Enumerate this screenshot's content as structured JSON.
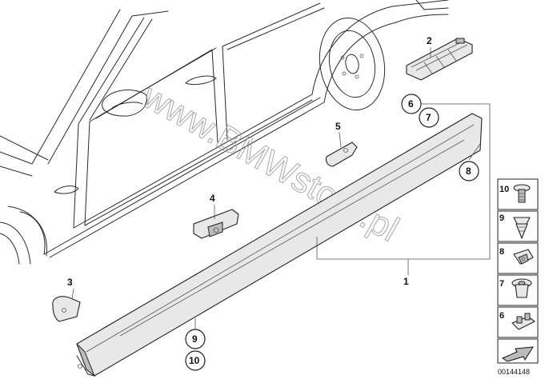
{
  "watermark": "www.BMWstore.pl",
  "diagram_id": "00144148",
  "callouts": [
    {
      "id": "1",
      "label": "1"
    },
    {
      "id": "2",
      "label": "2"
    },
    {
      "id": "3",
      "label": "3"
    },
    {
      "id": "4",
      "label": "4"
    },
    {
      "id": "5",
      "label": "5"
    },
    {
      "id": "6",
      "label": "6"
    },
    {
      "id": "7",
      "label": "7"
    },
    {
      "id": "8",
      "label": "8"
    },
    {
      "id": "9",
      "label": "9"
    },
    {
      "id": "10",
      "label": "10"
    }
  ],
  "legend": [
    {
      "label": "10"
    },
    {
      "label": "9"
    },
    {
      "label": "8"
    },
    {
      "label": "7"
    },
    {
      "label": "6"
    }
  ]
}
